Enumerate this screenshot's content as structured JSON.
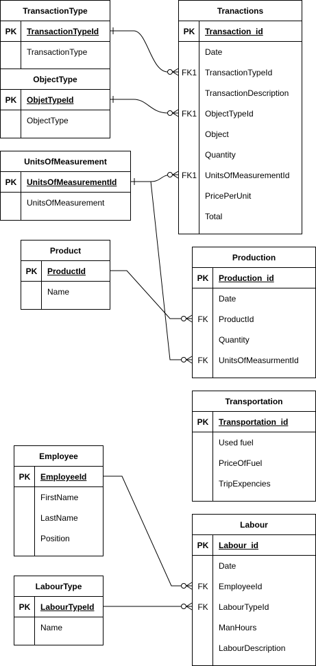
{
  "entities": [
    {
      "id": "transactiontype",
      "title": "TransactionType",
      "fields": [
        {
          "key": "PK",
          "name": "TransactionTypeId",
          "pk": true
        },
        {
          "key": "",
          "name": "TransactionType"
        }
      ]
    },
    {
      "id": "objecttype",
      "title": "ObjectType",
      "fields": [
        {
          "key": "PK",
          "name": "ObjetTypeId",
          "pk": true
        },
        {
          "key": "",
          "name": "ObjectType"
        }
      ]
    },
    {
      "id": "unitsofmeasurement",
      "title": "UnitsOfMeasurement",
      "fields": [
        {
          "key": "PK",
          "name": "UnitsOfMeasurementId",
          "pk": true
        },
        {
          "key": "",
          "name": "UnitsOfMeasurement"
        }
      ]
    },
    {
      "id": "product",
      "title": "Product",
      "fields": [
        {
          "key": "PK",
          "name": "ProductId",
          "pk": true
        },
        {
          "key": "",
          "name": "Name"
        }
      ]
    },
    {
      "id": "employee",
      "title": "Employee",
      "fields": [
        {
          "key": "PK",
          "name": "EmployeeId",
          "pk": true
        },
        {
          "key": "",
          "name": "FirstName"
        },
        {
          "key": "",
          "name": "LastName"
        },
        {
          "key": "",
          "name": "Position"
        }
      ]
    },
    {
      "id": "labourtype",
      "title": "LabourType",
      "fields": [
        {
          "key": "PK",
          "name": "LabourTypeId",
          "pk": true
        },
        {
          "key": "",
          "name": "Name"
        }
      ]
    },
    {
      "id": "tranactions",
      "title": "Tranactions",
      "fields": [
        {
          "key": "PK",
          "name": "Transaction_id",
          "pk": true
        },
        {
          "key": "",
          "name": "Date"
        },
        {
          "key": "FK1",
          "name": "TransactionTypeId"
        },
        {
          "key": "",
          "name": "TransactionDescription"
        },
        {
          "key": "FK1",
          "name": "ObjectTypeId"
        },
        {
          "key": "",
          "name": "Object"
        },
        {
          "key": "",
          "name": "Quantity"
        },
        {
          "key": "FK1",
          "name": "UnitsOfMeasurementId"
        },
        {
          "key": "",
          "name": "PricePerUnit"
        },
        {
          "key": "",
          "name": "Total"
        }
      ]
    },
    {
      "id": "production",
      "title": "Production",
      "fields": [
        {
          "key": "PK",
          "name": "Production_id",
          "pk": true
        },
        {
          "key": "",
          "name": "Date"
        },
        {
          "key": "FK",
          "name": "ProductId"
        },
        {
          "key": "",
          "name": "Quantity"
        },
        {
          "key": "FK",
          "name": "UnitsOfMeasurmentId"
        }
      ]
    },
    {
      "id": "transportation",
      "title": "Transportation",
      "fields": [
        {
          "key": "PK",
          "name": "Transportation_id",
          "pk": true
        },
        {
          "key": "",
          "name": "Used fuel"
        },
        {
          "key": "",
          "name": "PriceOfFuel"
        },
        {
          "key": "",
          "name": "TripExpencies"
        }
      ]
    },
    {
      "id": "labour",
      "title": "Labour",
      "fields": [
        {
          "key": "PK",
          "name": "Labour_id",
          "pk": true
        },
        {
          "key": "",
          "name": "Date"
        },
        {
          "key": "FK",
          "name": "EmployeeId"
        },
        {
          "key": "FK",
          "name": "LabourTypeId"
        },
        {
          "key": "",
          "name": "ManHours"
        },
        {
          "key": "",
          "name": "LabourDescription"
        }
      ]
    }
  ],
  "relationships": [
    {
      "id": "rel-transactiontype-tranactions",
      "from": "transactiontype",
      "to": "tranactions"
    },
    {
      "id": "rel-objecttype-tranactions",
      "from": "objecttype",
      "to": "tranactions"
    },
    {
      "id": "rel-units-tranactions",
      "from": "unitsofmeasurement",
      "to": "tranactions"
    },
    {
      "id": "rel-units-production",
      "from": "unitsofmeasurement",
      "to": "production"
    },
    {
      "id": "rel-product-production",
      "from": "product",
      "to": "production"
    },
    {
      "id": "rel-employee-labour",
      "from": "employee",
      "to": "labour"
    },
    {
      "id": "rel-labourtype-labour",
      "from": "labourtype",
      "to": "labour"
    }
  ]
}
